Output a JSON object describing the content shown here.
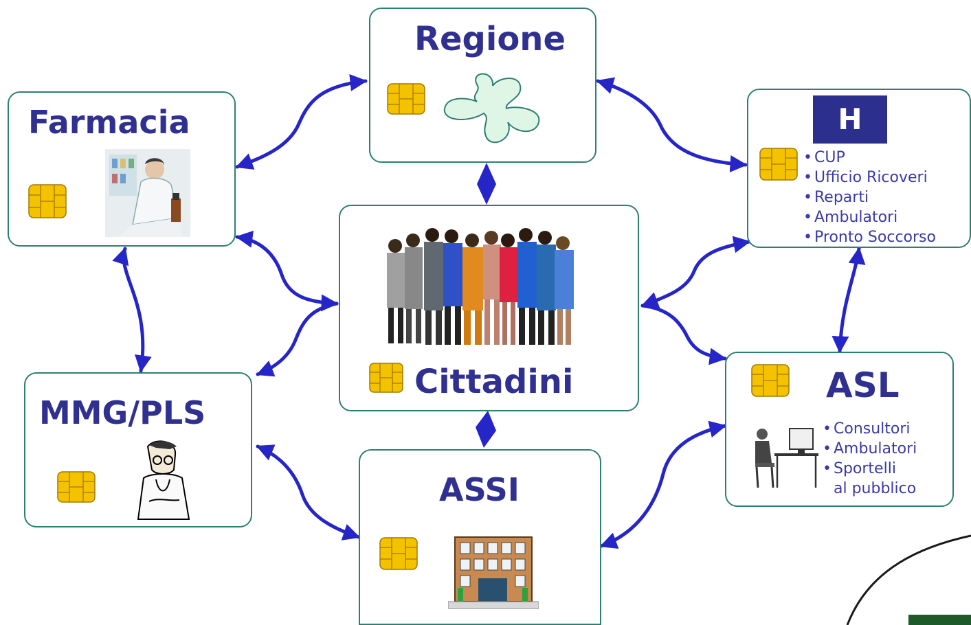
{
  "nodes": {
    "regione": {
      "title": "Regione"
    },
    "farmacia": {
      "title": "Farmacia"
    },
    "ospedale": {
      "badge": "H",
      "items": [
        "CUP",
        "Ufficio Ricoveri",
        "Reparti",
        "Ambulatori",
        "Pronto Soccorso"
      ]
    },
    "cittadini": {
      "title": "Cittadini"
    },
    "mmg": {
      "title": "MMG/PLS"
    },
    "asl": {
      "title": "ASL",
      "items": [
        "Consultori",
        "Ambulatori",
        "Sportelli",
        "al pubblico"
      ]
    },
    "assi": {
      "title": "ASSI"
    }
  },
  "colors": {
    "border": "#2e7f72",
    "title": "#303090",
    "arrow": "#2525c8",
    "chip": "#f5c200"
  }
}
